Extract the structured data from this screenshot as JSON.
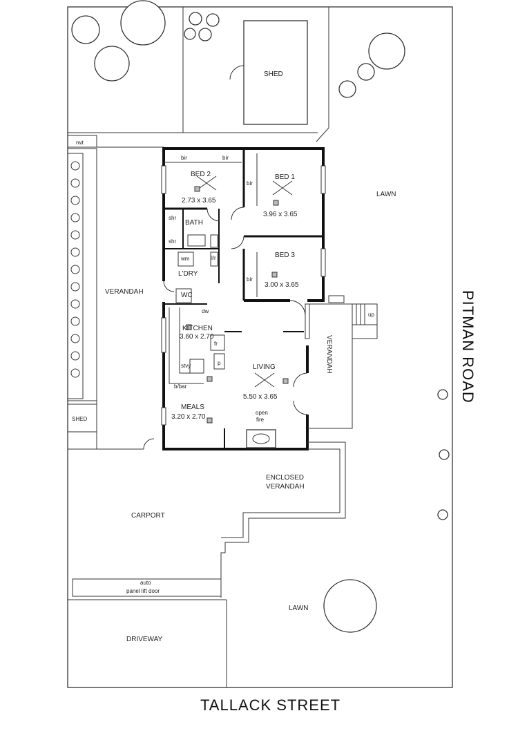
{
  "plan": {
    "rooms": {
      "shed_top": "SHED",
      "rwt": "rwt",
      "lawn_east": "LAWN",
      "bed2": "BED 2",
      "bed2_size": "2.73 x 3.65",
      "bed1": "BED 1",
      "bed1_size": "3.96 x 3.65",
      "bed3": "BED 3",
      "bed3_size": "3.00 x 3.65",
      "bath": "BATH",
      "wm": "wm",
      "ldry": "L'DRY",
      "wc": "WC",
      "dw": "dw",
      "kitchen": "KITCHEN",
      "kitchen_size": "3.60 x 2.70",
      "fr": "fr",
      "p": "p",
      "stvy": "stvy",
      "bbar": "b/bar",
      "meals": "MEALS",
      "meals_size": "3.20 x 2.70",
      "living": "LIVING",
      "living_size": "5.50 x 3.65",
      "open_fire_1": "open",
      "open_fire_2": "fire",
      "verandah_west": "VERANDAH",
      "verandah_east": "VERANDAH",
      "shed_west": "SHED",
      "enclosed_verandah_1": "ENCLOSED",
      "enclosed_verandah_2": "VERANDAH",
      "carport": "CARPORT",
      "auto_door_1": "auto",
      "auto_door_2": "panel lift door",
      "driveway": "DRIVEWAY",
      "lawn_south": "LAWN",
      "up": "up"
    },
    "closets": {
      "bir": "bir",
      "shr": "shr",
      "lr": "l/r"
    },
    "streets": {
      "south": "TALLACK STREET",
      "east": "PITMAN ROAD"
    }
  }
}
